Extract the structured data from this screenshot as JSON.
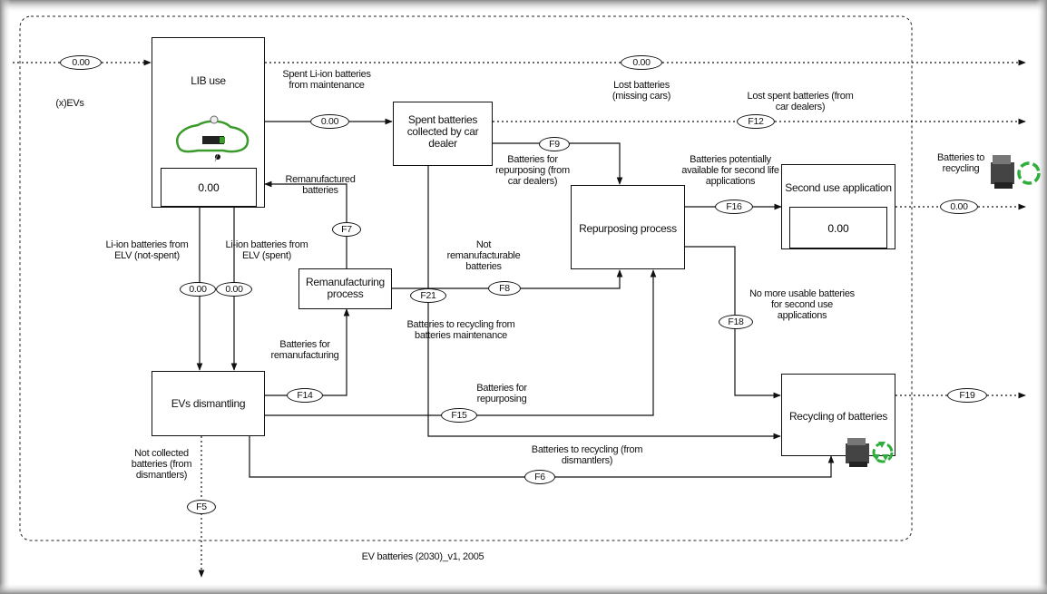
{
  "processes": {
    "lib_use": {
      "title": "LIB use",
      "stock": "0.00"
    },
    "spent_collected": {
      "title": "Spent batteries collected by car dealer"
    },
    "repurposing": {
      "title": "Repurposing process"
    },
    "second_use": {
      "title": "Second use application",
      "stock": "0.00"
    },
    "remanufacturing": {
      "title": "Remanufacturing process"
    },
    "dismantling": {
      "title": "EVs dismantling"
    },
    "recycling": {
      "title": "Recycling of batteries"
    }
  },
  "flows": {
    "input": "0.00",
    "maintenance": "0.00",
    "lost": "0.00",
    "elv_not_spent": "0.00",
    "elv_spent": "0.00",
    "to_recycling_out": "0.00",
    "f5": "F5",
    "f6": "F6",
    "f7": "F7",
    "f8": "F8",
    "f9": "F9",
    "f12": "F12",
    "f14": "F14",
    "f15": "F15",
    "f16": "F16",
    "f18": "F18",
    "f19": "F19",
    "f21": "F21"
  },
  "labels": {
    "xevs": "(x)EVs",
    "spent_maintenance": "Spent Li-ion batteries from maintenance",
    "lost_missing": "Lost batteries (missing cars)",
    "lost_dealers": "Lost spent batteries (from car dealers)",
    "for_repurposing_dealers": "Batteries for repurposing (from car dealers)",
    "potentially_available": "Batteries potentially available for second life applications",
    "to_recycling": "Batteries to recycling",
    "remanufactured": "Remanufactured batteries",
    "elv_not_spent": "Li-ion batteries from ELV (not-spent)",
    "elv_spent": "Li-ion batteries from ELV (spent)",
    "not_remanufacturable": "Not remanufacturable batteries",
    "no_more_usable": "No more usable batteries for second use applications",
    "to_recycling_maintenance": "Batteries to recycling from batteries maintenance",
    "for_remanufacturing": "Batteries for remanufacturing",
    "for_repurposing": "Batteries for repurposing",
    "to_recycling_dismantlers": "Batteries to recycling (from dismantlers)",
    "not_collected": "Not collected batteries (from dismantlers)",
    "footer": "EV batteries (2030)_v1, 2005"
  },
  "colors": {
    "line": "#111111",
    "car_outline": "#3a9a2a",
    "recycle_green": "#2fae3c"
  }
}
